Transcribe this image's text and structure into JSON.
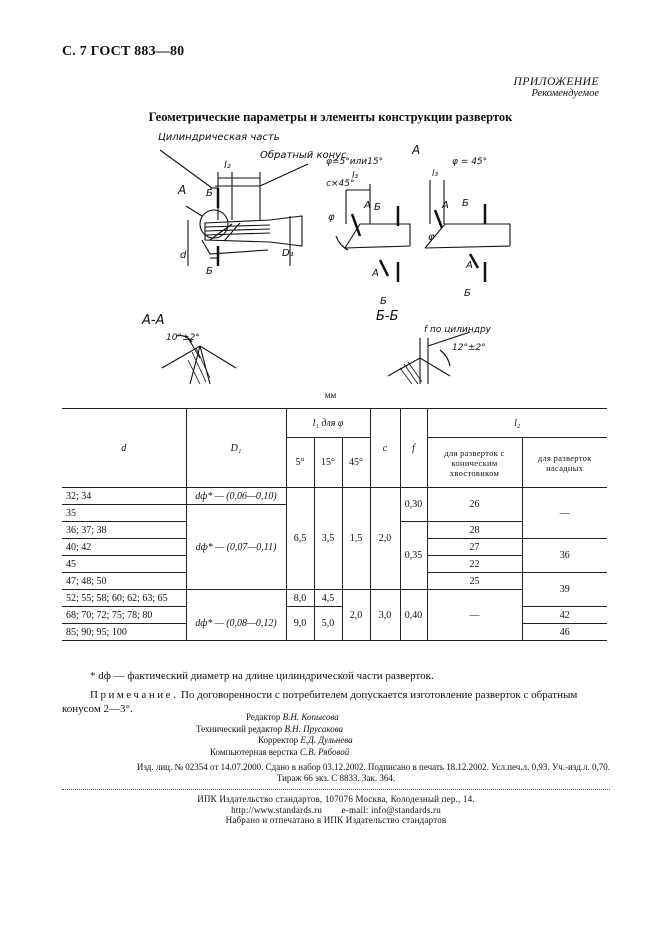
{
  "header": {
    "page_ref": "С. 7 ГОСТ 883—80",
    "appendix_title": "ПРИЛОЖЕНИЕ",
    "appendix_status": "Рекомендуемое"
  },
  "figure": {
    "title": "Геометрические параметры и элементы конструкции разверток",
    "labels": {
      "cyl_part": "Цилиндрическая часть",
      "back_taper": "Обратный конус",
      "l2": "l₂",
      "b": "Б",
      "a": "А",
      "d": "d",
      "d1": "D₁",
      "phi_main": "φ=5°или15°",
      "phi_45": "φ = 45°",
      "c45": "c×45°",
      "l3": "l₃",
      "phi": "φ",
      "section_aa": "А-А",
      "section_bb": "Б-Б",
      "angle_10": "10°±2°",
      "f_cyl": "f по цилиндру",
      "angle_12": "12°±2°"
    }
  },
  "units": "мм",
  "table": {
    "headers": {
      "d": "d",
      "D1": "D₁",
      "l1": "l₁ для φ",
      "c": "c",
      "f": "f",
      "l2": "l₂",
      "phi5": "5°",
      "phi15": "15°",
      "phi45": "45°",
      "l2_conical": "для разверток с коническим хвостовиком",
      "l2_mounted": "для разверток насадных"
    },
    "d_values": [
      "32; 34",
      "35",
      "36; 37; 38",
      "40; 42",
      "45",
      "47; 48; 50",
      "52; 55; 58; 60; 62; 63; 65",
      "68; 70; 72; 75; 78; 80",
      "85; 90; 95; 100"
    ],
    "D1": {
      "g1": "dф* — (0,06—0,10)",
      "g2": "dф* — (0,07—0,11)",
      "g3": "dф* — (0,08—0,12)"
    },
    "l1_5": [
      "6,5",
      "8,0",
      "9,0"
    ],
    "l1_15": [
      "3,5",
      "4,5",
      "5,0"
    ],
    "l1_45": [
      "1,5",
      "2,0"
    ],
    "c": [
      "2,0",
      "3,0"
    ],
    "f": [
      "0,30",
      "0,35",
      "0,40"
    ],
    "l2_conical": [
      "26",
      "28",
      "27",
      "22",
      "25",
      "—"
    ],
    "l2_mounted": [
      "—",
      "36",
      "39",
      "42",
      "46"
    ]
  },
  "footnote": "* dф — фактический диаметр на длине цилиндрической части разверток.",
  "note": {
    "label": "Примечание.",
    "text": "По договоренности с потребителем допускается изготовление разверток с обратным конусом 2—3°."
  },
  "staff": [
    {
      "role": "Редактор",
      "name": "В.Н. Копысова"
    },
    {
      "role": "Технический редактор",
      "name": "В.Н. Прусакова"
    },
    {
      "role": "Корректор",
      "name": "Е.Д. Дульнева"
    },
    {
      "role": "Компьютерная верстка",
      "name": "С.В. Рябовой"
    }
  ],
  "imprint": {
    "line1": "Изд. лиц. № 02354 от 14.07.2000. Сдано в набор 03.12.2002. Подписано в печать 18.12.2002. Усл.печ.л. 0,93. Уч.-изд.л. 0,70.",
    "line2": "Тираж 66 экз. С 8833. Зак. 364."
  },
  "publisher": {
    "line1": "ИПК Издательство стандартов, 107076 Москва, Колодезный пер., 14.",
    "line2": "http://www.standards.ru        e-mail: info@standards.ru",
    "line3": "Набрано и отпечатано в ИПК Издательство стандартов"
  }
}
